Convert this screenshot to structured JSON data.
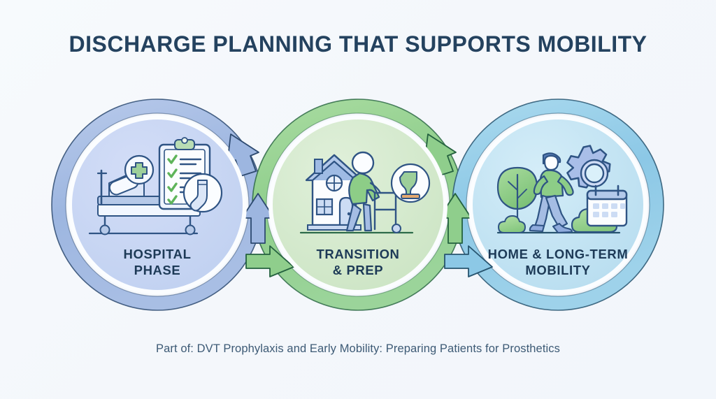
{
  "page": {
    "title": "DISCHARGE PLANNING THAT SUPPORTS MOBILITY",
    "caption": "Part of: DVT Prophylaxis and Early Mobility: Preparing Patients for Prosthetics",
    "background_color": "#f5f8fc",
    "title_color": "#24425f",
    "caption_color": "#3d5a75"
  },
  "diagram": {
    "type": "cycle",
    "stage_count": 3,
    "stages": [
      {
        "id": "hospital-phase",
        "label_line1": "HOSPITAL",
        "label_line2": "PHASE",
        "ring_color": "#9db6e0",
        "fill_color": "#c5d5f2",
        "accent_color": "#2f5484",
        "icons": [
          "hospital-bed-icon",
          "medical-cross-icon",
          "clipboard-checklist-icon",
          "compression-sock-icon"
        ],
        "checklist_items": 4
      },
      {
        "id": "transition-prep",
        "label_line1": "TRANSITION",
        "label_line2": "& PREP",
        "ring_color": "#8fce8c",
        "fill_color": "#d3e8cc",
        "accent_color": "#2d6b4a",
        "icons": [
          "house-icon",
          "person-with-walker-icon",
          "prosthetic-leg-icon"
        ]
      },
      {
        "id": "home-long-term-mobility",
        "label_line1": "HOME & LONG-TERM",
        "label_line2": "MOBILITY",
        "ring_color": "#8cc8e6",
        "fill_color": "#c1e2f2",
        "accent_color": "#2c6e91",
        "icons": [
          "tree-icon",
          "walking-person-icon",
          "gear-icon",
          "calendar-icon",
          "bush-icon"
        ]
      }
    ],
    "arrows": [
      {
        "id": "arrow-hospital-to-transition",
        "from": "hospital-phase",
        "to": "transition-prep",
        "direction": "forward",
        "color": "#8faee0"
      },
      {
        "id": "arrow-transition-to-hospital",
        "from": "transition-prep",
        "to": "hospital-phase",
        "direction": "return",
        "color": "#8faee0"
      },
      {
        "id": "arrow-transition-to-home",
        "from": "transition-prep",
        "to": "home-long-term-mobility",
        "direction": "forward",
        "color": "#8fce8c"
      },
      {
        "id": "arrow-home-to-transition",
        "from": "home-long-term-mobility",
        "to": "transition-prep",
        "direction": "return",
        "color": "#8cc8e6"
      }
    ]
  }
}
